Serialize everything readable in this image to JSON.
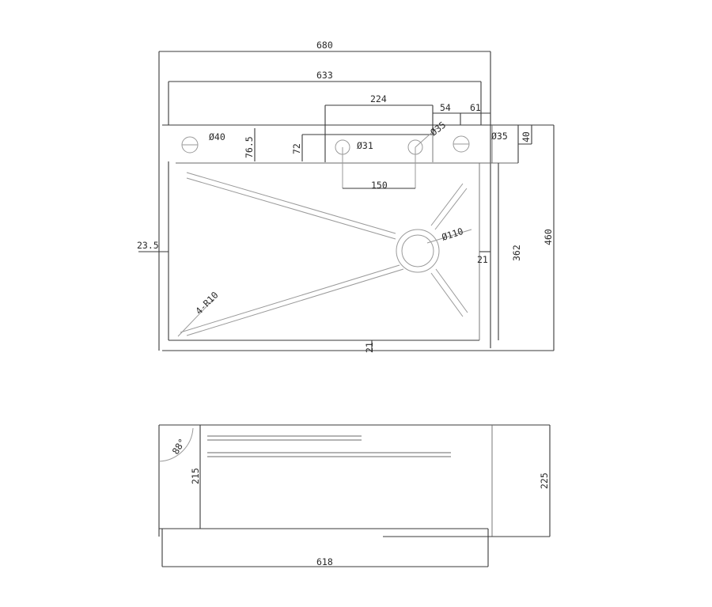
{
  "drawing": {
    "plan": {
      "width_overall": "680",
      "width_inner": "633",
      "dim_224": "224",
      "dim_54": "54",
      "dim_61": "61",
      "hole_left": "Ø40",
      "hole_mid": "Ø31",
      "hole_slant": "Ø35",
      "hole_right": "Ø35",
      "dim_76_5": "76.5",
      "dim_72": "72",
      "dim_40": "40",
      "dim_150": "150",
      "drain": "Ø110",
      "dim_23_5": "23.5",
      "dim_21_right": "21",
      "dim_362": "362",
      "dim_460": "460",
      "radius": "4-R10",
      "dim_21_bottom": "21"
    },
    "section": {
      "angle": "88°",
      "height_inner": "215",
      "height_outer": "225",
      "length": "618"
    }
  },
  "colors": {
    "line": "#3a3a3a",
    "text": "#2a2a2a",
    "background": "#ffffff"
  }
}
